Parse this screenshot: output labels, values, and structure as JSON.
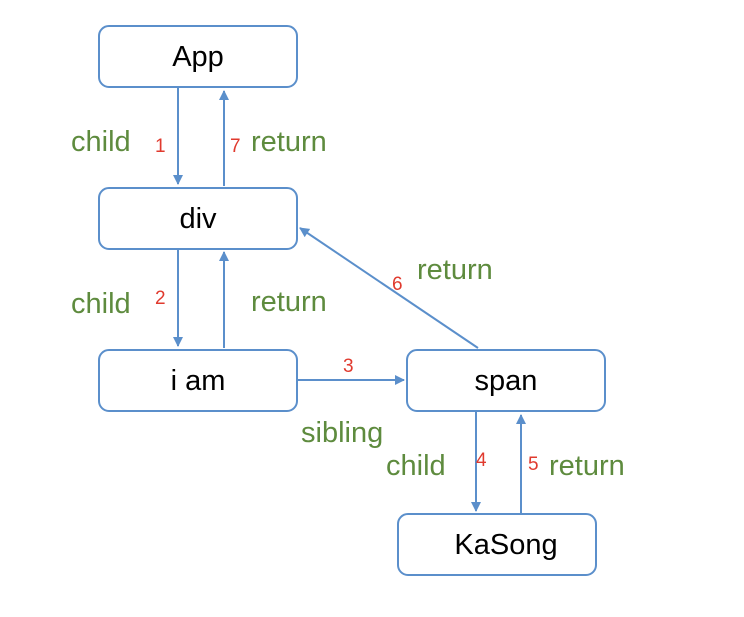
{
  "colors": {
    "node_border": "#5b8fcb",
    "arrow": "#5b8fcb",
    "label_text": "#5e8b3e",
    "step_number": "#e03a2e"
  },
  "nodes": {
    "app": "App",
    "div": "div",
    "iam": "i am",
    "span": "span",
    "kasong": "KaSong"
  },
  "edges": [
    {
      "id": "app-div-child",
      "from": "App",
      "to": "div",
      "label": "child",
      "step": "1"
    },
    {
      "id": "div-iam-child",
      "from": "div",
      "to": "i am",
      "label": "child",
      "step": "2"
    },
    {
      "id": "iam-span-sibling",
      "from": "i am",
      "to": "span",
      "label": "sibling",
      "step": "3"
    },
    {
      "id": "span-kasong-child",
      "from": "span",
      "to": "KaSong",
      "label": "child",
      "step": "4"
    },
    {
      "id": "kasong-span-return",
      "from": "KaSong",
      "to": "span",
      "label": "return",
      "step": "5"
    },
    {
      "id": "span-div-return",
      "from": "span",
      "to": "div",
      "label": "return",
      "step": "6"
    },
    {
      "id": "div-app-return",
      "from": "div",
      "to": "App",
      "label": "return",
      "step": "7"
    },
    {
      "id": "iam-div-return",
      "from": "i am",
      "to": "div",
      "label": "return",
      "step": ""
    }
  ]
}
